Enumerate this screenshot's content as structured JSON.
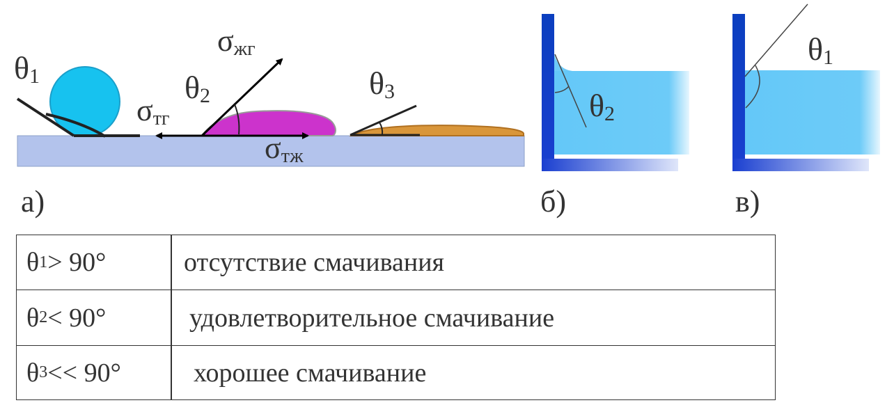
{
  "panel_labels": {
    "a": "а)",
    "b": "б)",
    "c": "в)"
  },
  "diagram": {
    "theta1": {
      "symbol": "θ",
      "index": "1"
    },
    "theta2": {
      "symbol": "θ",
      "index": "2"
    },
    "theta3": {
      "symbol": "θ",
      "index": "3"
    },
    "sigma_lg": {
      "symbol": "σ",
      "index": "жг"
    },
    "sigma_sg": {
      "symbol": "σ",
      "index": "тг"
    },
    "sigma_sl": {
      "symbol": "σ",
      "index": "тж"
    },
    "panel_b_angle": {
      "symbol": "θ",
      "index": "2"
    },
    "panel_c_angle": {
      "symbol": "θ",
      "index": "1"
    }
  },
  "colors": {
    "substrate": "#b3c3ec",
    "drop1": "#17c2ef",
    "drop2": "#cc33cc",
    "drop3": "#d9963a",
    "liquid": "#6dcbf8",
    "container_wall": "#0b3fbf"
  },
  "table": {
    "rows": [
      {
        "sym": "θ",
        "idx": "1",
        "cond": " > 90°",
        "text": "отсутствие смачивания"
      },
      {
        "sym": "θ",
        "idx": "2",
        "cond": " < 90°",
        "text": "удовлетворительное смачивание"
      },
      {
        "sym": "θ",
        "idx": "3",
        "cond": " << 90°",
        "text": "хорошее смачивание"
      }
    ]
  }
}
